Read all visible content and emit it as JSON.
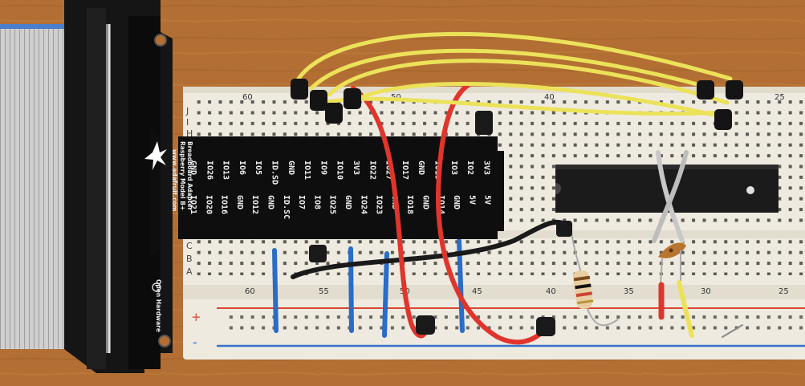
{
  "adapter": {
    "title_lines": [
      "Raspberry Model B+",
      "Breadboard Adapter"
    ],
    "vendor": "www.adafruit.com",
    "oshw_mark": "Open Hardware",
    "pins_top": [
      "GND",
      "IO26",
      "IO13",
      "IO6",
      "IO5",
      "ID.SD",
      "GND",
      "IO11",
      "IO9",
      "IO10",
      "3V3",
      "IO22",
      "IO27",
      "IO17",
      "GND",
      "IO15",
      "IO3",
      "IO2",
      "3V3"
    ],
    "pins_bottom": [
      "IO21",
      "IO20",
      "IO16",
      "GND",
      "IO12",
      "GND",
      "ID.SC",
      "IO7",
      "IO8",
      "IO25",
      "GND",
      "IO24",
      "IO23",
      "GND",
      "IO18",
      "GND",
      "IO14",
      "GND",
      "5V",
      "5V"
    ]
  },
  "breadboard": {
    "column_numbers_top": [
      "60",
      "50",
      "40",
      "25"
    ],
    "column_numbers_bottom": [
      "60",
      "55",
      "50",
      "45",
      "40",
      "35",
      "30",
      "25"
    ],
    "row_letters_top": [
      "J",
      "I",
      "H"
    ],
    "row_letters_bottom": [
      "C",
      "B",
      "A"
    ],
    "rail_plus": "+",
    "rail_minus": "-"
  },
  "colors": {
    "table": "#b36f33",
    "board": "#efeae0",
    "adapter": "#0e0e0e",
    "ribbon": "#cfcfcf",
    "wire_yellow": "#ece25a",
    "wire_red": "#e0352c",
    "wire_blue": "#2a6cc8",
    "wire_black": "#1a1a1a",
    "wire_grey": "#c8c8c8",
    "rail_red": "#d8472f",
    "rail_blue": "#3472c9"
  }
}
